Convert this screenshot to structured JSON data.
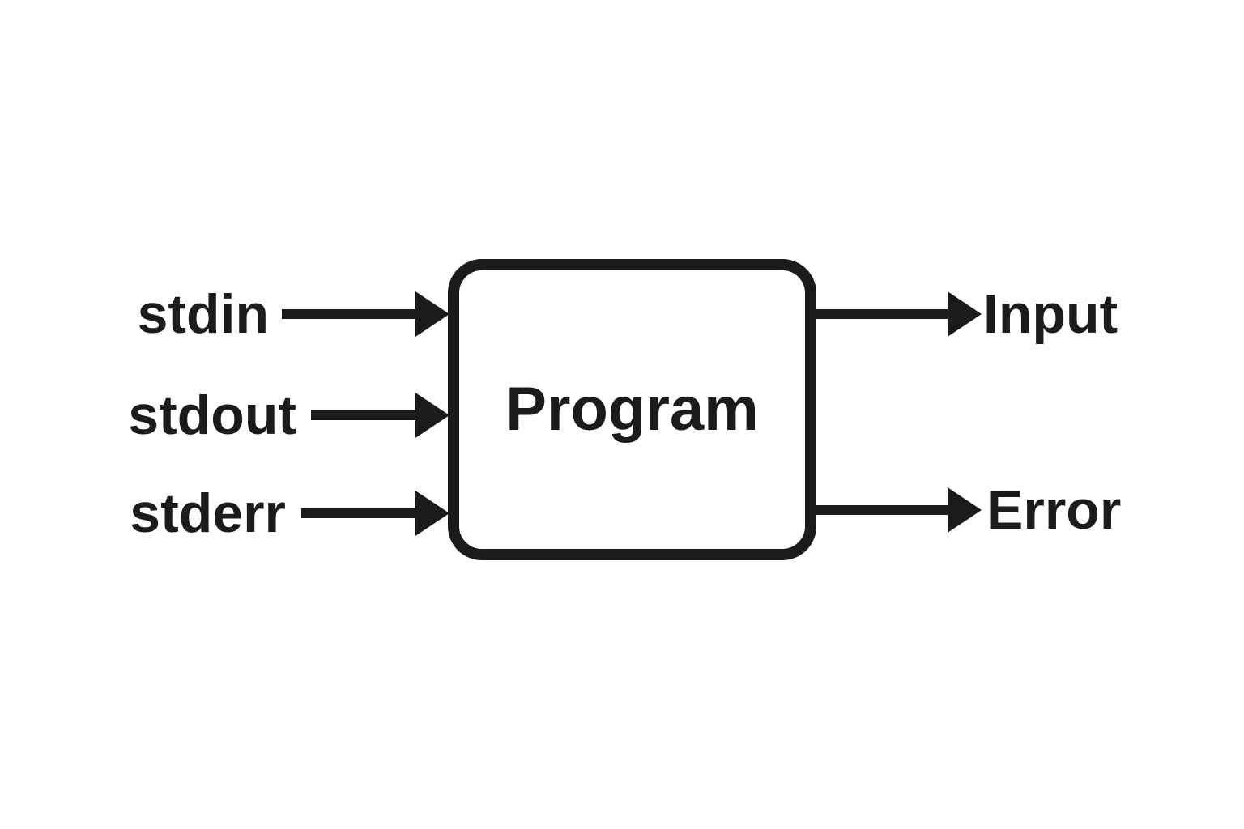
{
  "diagram": {
    "box": {
      "label": "Program"
    },
    "left_labels": [
      {
        "text": "stdin"
      },
      {
        "text": "stdout"
      },
      {
        "text": "stderr"
      }
    ],
    "right_labels": [
      {
        "text": "Input"
      },
      {
        "text": "Error"
      }
    ],
    "colors": {
      "ink": "#1b1b1d",
      "background": "#ffffff"
    }
  }
}
